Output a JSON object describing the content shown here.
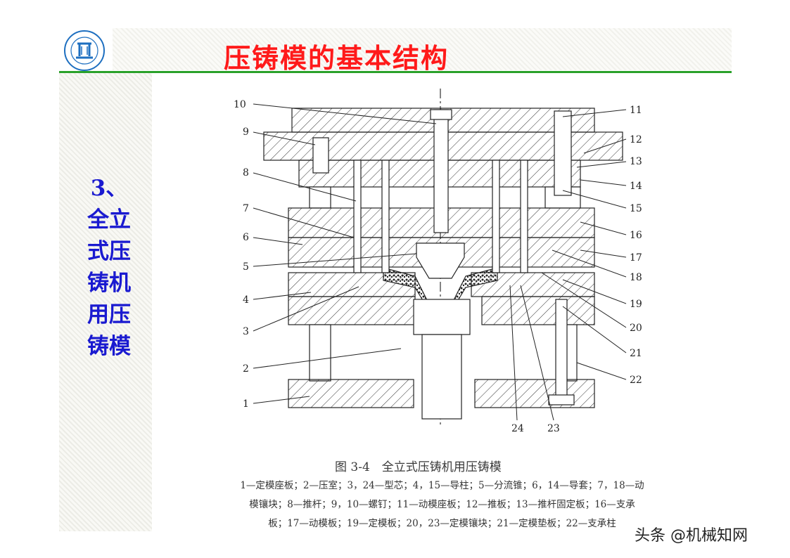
{
  "slide": {
    "title": "压铸模的基本结构",
    "side_label": [
      "3、",
      "全立",
      "式压",
      "铸机",
      "用压",
      "铸模"
    ]
  },
  "figure": {
    "caption": "图 3-4　全立式压铸机用压铸模",
    "legend_lines": [
      "1—定模座板；2—压室；3，24—型芯；4，15—导柱；5—分流锥；6，14—导套；7，18—动",
      "模镶块；8—推杆；9，10—螺钉；11—动模座板；12—推板；13—推杆固定板；16—支承",
      "板；17—动模板；19—定模板；20，23—定模镶块；21—定模垫板；22—支承柱"
    ],
    "part_numbers": [
      "1",
      "2",
      "3",
      "4",
      "5",
      "6",
      "7",
      "8",
      "9",
      "10",
      "11",
      "12",
      "13",
      "14",
      "15",
      "16",
      "17",
      "18",
      "19",
      "20",
      "21",
      "22",
      "23",
      "24"
    ]
  },
  "watermark": "头条 @机械知网",
  "colors": {
    "title": "#ff1a1a",
    "side_text": "#1a1ad0",
    "rule": "#2aa12a"
  }
}
